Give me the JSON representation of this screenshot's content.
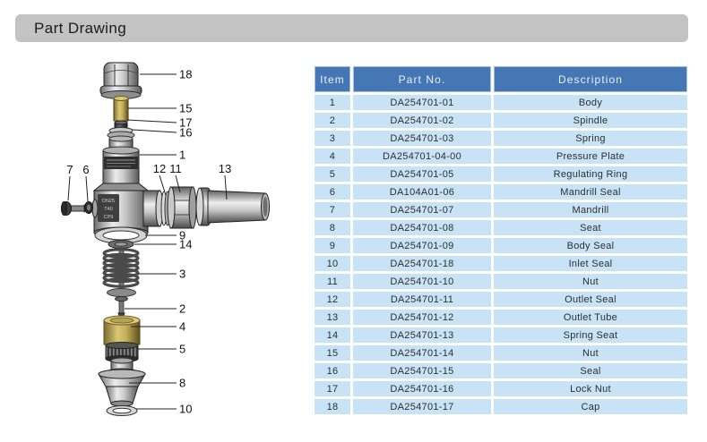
{
  "page": {
    "title": "Part Drawing"
  },
  "colors": {
    "title_bar_bg": "#c3c3c3",
    "table_header_bg": "#4677b5",
    "table_header_text": "#e9f1fa",
    "table_row_bg": "#c9e3f6",
    "brass": "#bfa75a"
  },
  "diagram": {
    "body_markings": [
      "DN25",
      "T40",
      "CP9"
    ],
    "callouts": {
      "1": "1",
      "2": "2",
      "3": "3",
      "4": "4",
      "5": "5",
      "6": "6",
      "7": "7",
      "8": "8",
      "9": "9",
      "10": "10",
      "11": "11",
      "12": "12",
      "13": "13",
      "14": "14",
      "15": "15",
      "16": "16",
      "17": "17",
      "18": "18"
    }
  },
  "table": {
    "columns": [
      "Item",
      "Part No.",
      "Description"
    ],
    "rows": [
      {
        "item": "1",
        "part_no": "DA254701-01",
        "description": "Body"
      },
      {
        "item": "2",
        "part_no": "DA254701-02",
        "description": "Spindle"
      },
      {
        "item": "3",
        "part_no": "DA254701-03",
        "description": "Spring"
      },
      {
        "item": "4",
        "part_no": "DA254701-04-00",
        "description": "Pressure Plate"
      },
      {
        "item": "5",
        "part_no": "DA254701-05",
        "description": "Regulating Ring"
      },
      {
        "item": "6",
        "part_no": "DA104A01-06",
        "description": "Mandrill Seal"
      },
      {
        "item": "7",
        "part_no": "DA254701-07",
        "description": "Mandrill"
      },
      {
        "item": "8",
        "part_no": "DA254701-08",
        "description": "Seat"
      },
      {
        "item": "9",
        "part_no": "DA254701-09",
        "description": "Body Seal"
      },
      {
        "item": "10",
        "part_no": "DA254701-18",
        "description": "Inlet Seal"
      },
      {
        "item": "11",
        "part_no": "DA254701-10",
        "description": "Nut"
      },
      {
        "item": "12",
        "part_no": "DA254701-11",
        "description": "Outlet Seal"
      },
      {
        "item": "13",
        "part_no": "DA254701-12",
        "description": "Outlet Tube"
      },
      {
        "item": "14",
        "part_no": "DA254701-13",
        "description": "Spring Seat"
      },
      {
        "item": "15",
        "part_no": "DA254701-14",
        "description": "Nut"
      },
      {
        "item": "16",
        "part_no": "DA254701-15",
        "description": "Seal"
      },
      {
        "item": "17",
        "part_no": "DA254701-16",
        "description": "Lock Nut"
      },
      {
        "item": "18",
        "part_no": "DA254701-17",
        "description": "Cap"
      }
    ]
  }
}
